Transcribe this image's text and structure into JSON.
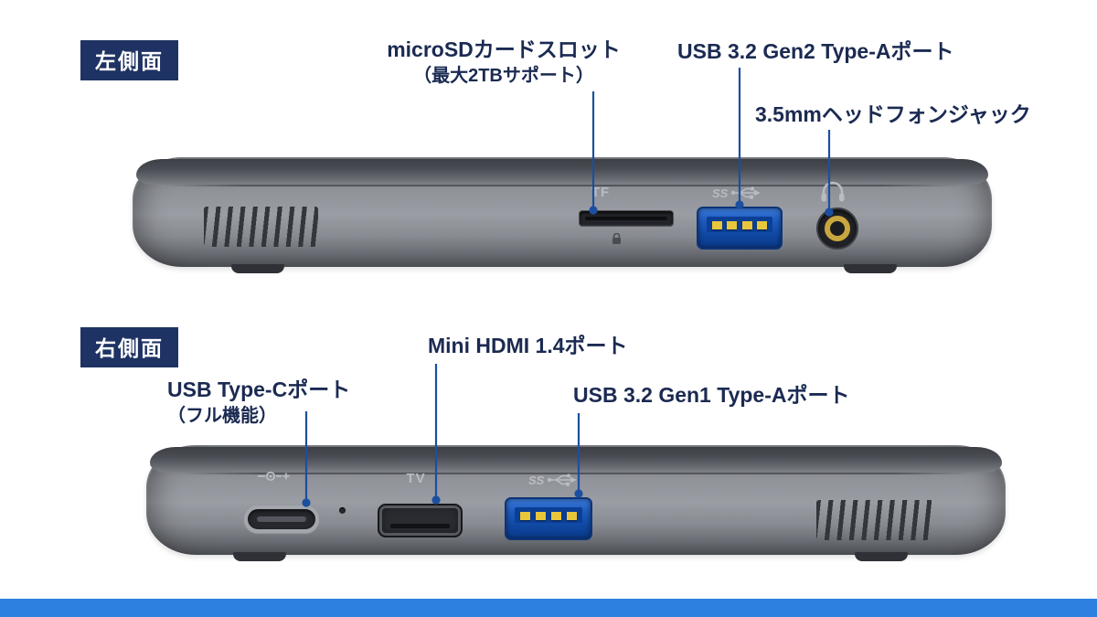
{
  "colors": {
    "badge-bg": "#1e3263",
    "label-text": "#1b2a52",
    "leader-blue": "#1c4f9f",
    "bar-blue": "#2e80e0",
    "usb-blue": "#1558b8",
    "contact-gold": "#e8c63c",
    "marking-gray": "#b9bcc1"
  },
  "left_side": {
    "badge": "左側面",
    "microsd_label_line1": "microSDカードスロット",
    "microsd_label_line2": "（最大2TBサポート）",
    "usb_label": "USB 3.2 Gen2 Type-Aポート",
    "headphone_label": "3.5mmヘッドフォンジャック",
    "tf_marking": "TF",
    "usb_ss_marking": "SS"
  },
  "right_side": {
    "badge": "右側面",
    "usbc_label_line1": "USB Type-Cポート",
    "usbc_label_line2": "（フル機能）",
    "hdmi_label": "Mini HDMI 1.4ポート",
    "usb_label": "USB 3.2 Gen1 Type-Aポート",
    "tv_marking": "TV",
    "usb_ss_marking": "SS"
  }
}
